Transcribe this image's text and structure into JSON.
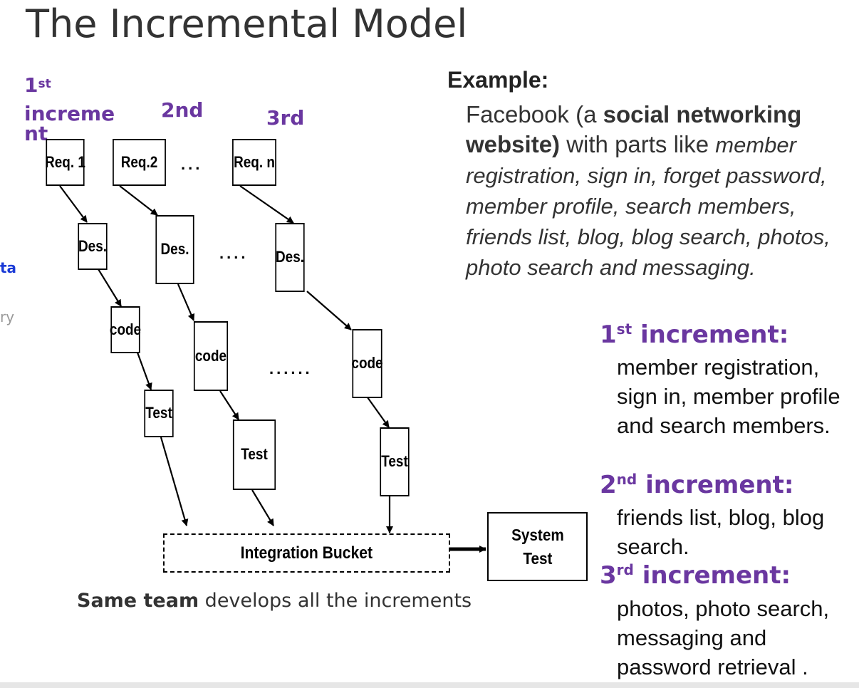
{
  "title": "The Incremental Model",
  "increments": {
    "first_num": "1",
    "first_sup": "st",
    "first_word": "increme",
    "first_word2": "nt",
    "second": "2nd",
    "third": "3rd"
  },
  "edge_fragments": {
    "left1": "ta",
    "left2": "ry"
  },
  "boxes": {
    "req1": "Req. 1",
    "req2": "Req.2",
    "reqn": "Req. n",
    "des1": "Des.",
    "des2": "Des.",
    "desn": "Des.",
    "code1": "code",
    "code2": "code",
    "coden": "code",
    "test1": "Test",
    "test2": "Test",
    "testn": "Test"
  },
  "dots": {
    "req": "...",
    "des": "....",
    "code": "......"
  },
  "integration": "Integration Bucket",
  "system_test": "System\nTest",
  "caption": {
    "bold": "Same team",
    "rest": " develops all the increments"
  },
  "example": {
    "heading": "Example:",
    "intro": "Facebook (a ",
    "intro_bold": "social networking website)",
    "intro_after": " with parts like ",
    "italic": "member registration, sign in, forget password, member profile, search members, friends list, blog, blog search, photos, photo search and messaging."
  },
  "inc_list": [
    {
      "num": "1",
      "sup": "st",
      "label": " increment:",
      "desc": "member registration, sign in, member profile and search members."
    },
    {
      "num": "2",
      "sup": "nd",
      "label": " increment:",
      "desc": "friends list, blog, blog search."
    },
    {
      "num": "3",
      "sup": "rd",
      "label": " increment:",
      "desc": "photos, photo search, messaging and password retrieval ."
    }
  ],
  "colors": {
    "accent": "#6a37a0",
    "edge_blue": "#1a3ad6",
    "edge_gray": "#999999"
  }
}
